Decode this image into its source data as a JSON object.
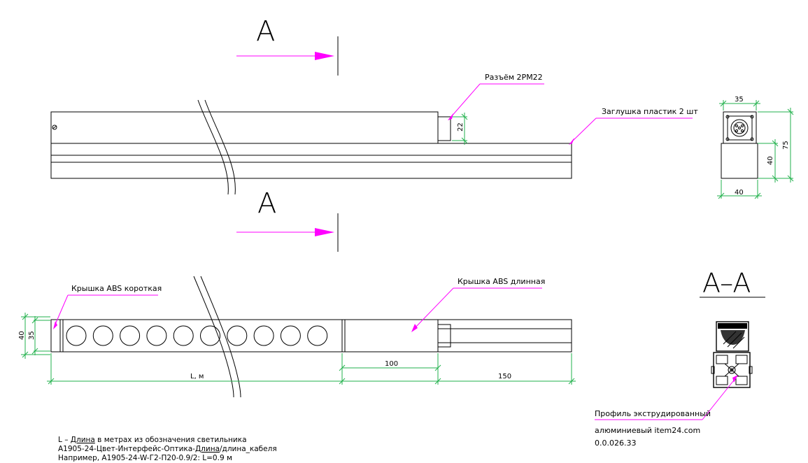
{
  "section_labels": {
    "top_a": "A",
    "mid_a": "A",
    "section_title": "A–A"
  },
  "callouts": {
    "connector": "Разъём 2PM22",
    "end_cap": "Заглушка пластик 2 шт",
    "short_cover": "Крышка ABS короткая",
    "long_cover": "Крышка ABS длинная",
    "profile_line1": "Профиль экструдированный",
    "profile_line2": "алюминиевый item24.com",
    "profile_code": "0.0.026.33"
  },
  "dimensions": {
    "connector_height": "22",
    "end_width_top": "35",
    "end_height_inner": "40",
    "end_height_total": "75",
    "end_width_bottom": "40",
    "left_outer": "40",
    "left_inner": "35",
    "length_label": "L, м",
    "long_cover_length": "100",
    "tail_length": "150"
  },
  "notes": {
    "line1_prefix": "L – ",
    "line1_underlined": "Длина",
    "line1_suffix": " в метрах из обозначения светильника",
    "line2_prefix": "A1905-24-Цвет-Интерфейс-Оптика-",
    "line2_underlined": "Длина",
    "line2_suffix": "/длина_кабеля",
    "line3": "Например, A1905-24-W-Г2-П20-0.9/2: L=0.9 м"
  },
  "colors": {
    "dimension": "#22b14c",
    "leader": "#ff00ff",
    "outline": "#000000"
  },
  "led_count": 10
}
